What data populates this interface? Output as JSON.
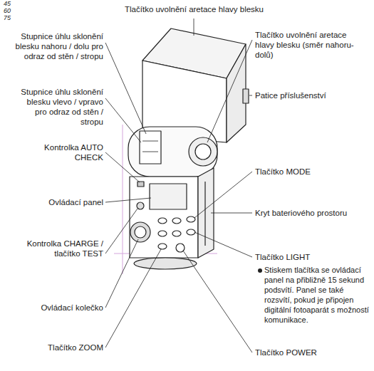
{
  "diagram": {
    "labels": [
      "Tlačítko uvolnění aretace hlavy blesku",
      "Stupnice úhlu sklonění blesku nahoru / dolu pro odraz od stěn / stropu",
      "Stupnice úhlu sklonění blesku vlevo / vpravo pro odraz od stěn / stropu",
      "Kontrolka AUTO CHECK",
      "Ovládací panel",
      "Kontrolka CHARGE / tlačítko TEST",
      "Ovládací kolečko",
      "Tlačítko ZOOM",
      "Tlačítko uvolnění aretace hlavy blesku (směr nahoru-dolů)",
      "Patice příslušenství",
      "Tlačítko MODE",
      "Kryt bateriového prostoru",
      "Tlačítko LIGHT",
      "Stiskem tlačítka se ovládací panel na přibližně 15 sekund podsvítí. Panel se také rozsvítí, pokud je připojen digitální fotoaparát s možností komunikace.",
      "Tlačítko POWER",
      "45",
      "60",
      "75"
    ]
  }
}
